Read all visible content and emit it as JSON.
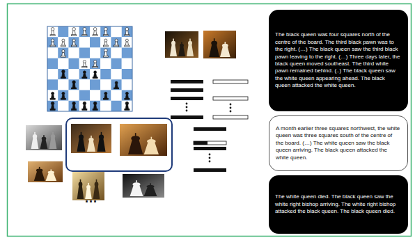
{
  "diagram": {
    "nodes": [
      {
        "text": [
          "The black queen was four squares north of the centre of the board. The third black pawn was to the right. (…) The black queen saw the third black pawn leaving to the right. (…) Three days later, the black queen moved southeast. The third white pawn remained behind. (..) The black queen saw the white queen appearing ahead. The black queen attacked the white queen."
        ]
      },
      {
        "text": [
          "A month earlier three squares northwest, the white queen was three squares south of the centre of the board. (…) The white queen saw the black queen arriving. The black queen attacked the white queen."
        ]
      },
      {
        "text": [
          "The white queen died. The black queen saw the white right bishop arriving. The white right bishop attacked the black queen. The black queen died."
        ]
      }
    ],
    "labels": [
      "..."
    ]
  }
}
